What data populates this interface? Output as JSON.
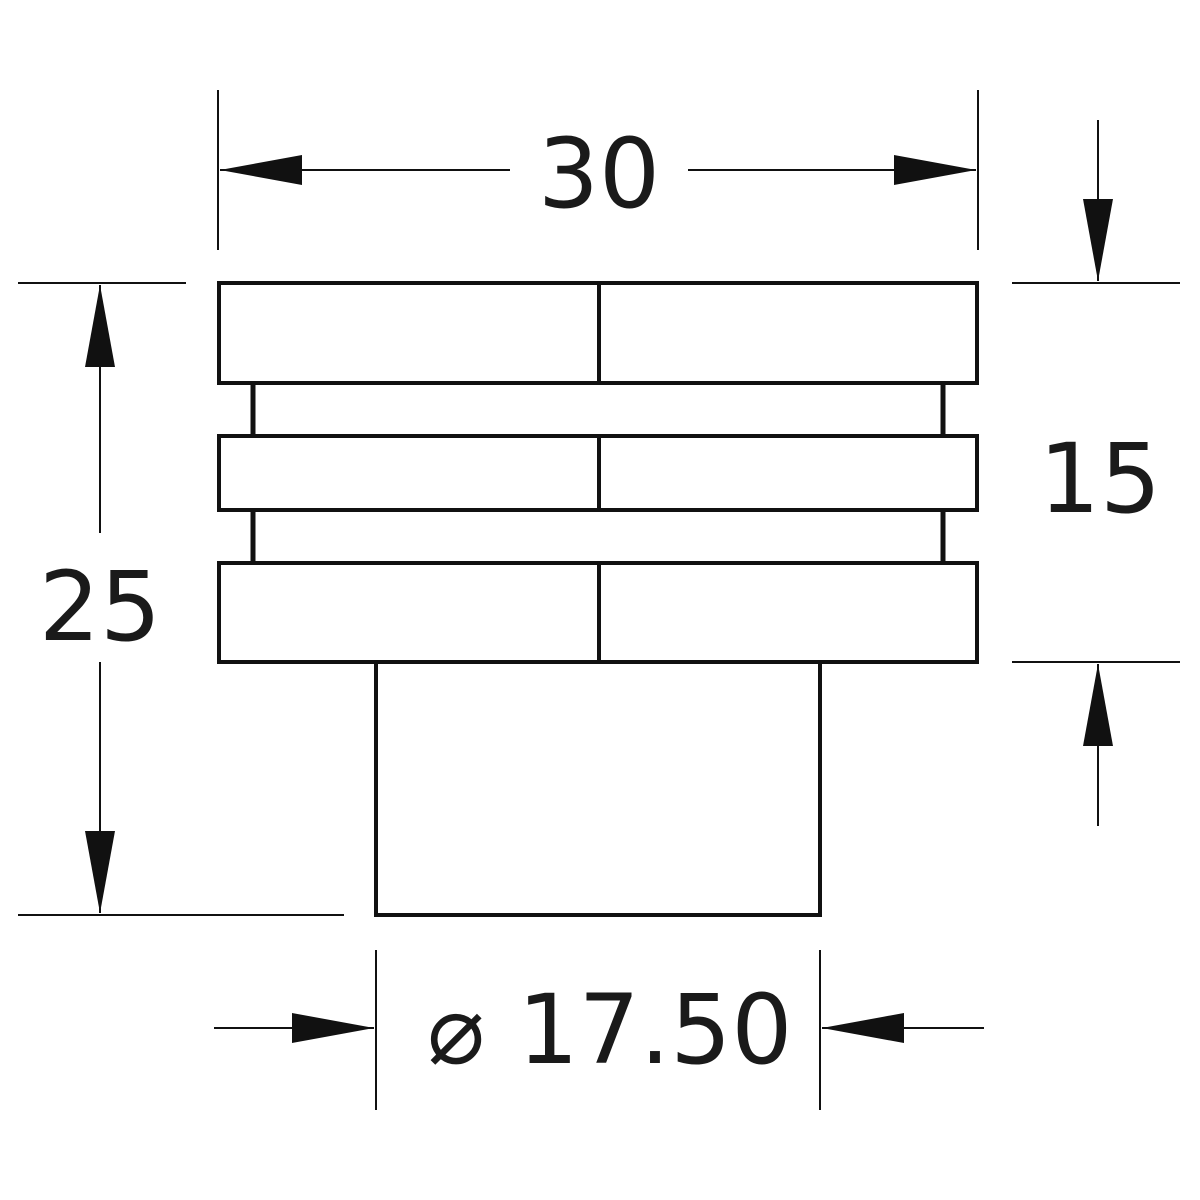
{
  "drawing": {
    "dimensions": {
      "width": "30",
      "overall_height": "25",
      "cap_height": "15",
      "diameter_symbol": "⌀",
      "diameter_value": "17.50"
    },
    "line_color": "#111111",
    "background": "#ffffff"
  }
}
